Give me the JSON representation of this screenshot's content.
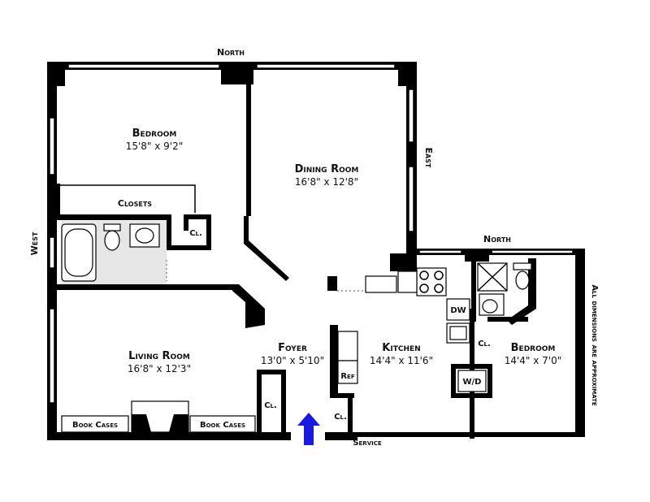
{
  "compass": {
    "north_top": "North",
    "east": "East",
    "west": "West",
    "north_secondary": "North"
  },
  "rooms": {
    "bedroom1": {
      "name": "Bedroom",
      "dims": "15'8\"  x  9'2\""
    },
    "dining": {
      "name": "Dining Room",
      "dims": "16'8\"  x  12'8\""
    },
    "living": {
      "name": "Living Room",
      "dims": "16'8\"  x  12'3\""
    },
    "foyer": {
      "name": "Foyer",
      "dims": "13'0\"  x  5'10\""
    },
    "kitchen": {
      "name": "Kitchen",
      "dims": "14'4\"  x  11'6\""
    },
    "bedroom2": {
      "name": "Bedroom",
      "dims": "14'4\"  x  7'0\""
    }
  },
  "labels": {
    "closets": "Closets",
    "cl_bath": "Cl.",
    "cl_foyer": "Cl.",
    "cl_service": "Cl.",
    "cl_kitchen": "Cl.",
    "book_cases_left": "Book Cases",
    "book_cases_right": "Book Cases",
    "ref": "Ref",
    "dw": "DW",
    "wd": "W/D",
    "service": "Service"
  },
  "note": "All dimensions are approximate",
  "colors": {
    "entry_arrow": "#1a1adf",
    "wall": "#000000",
    "bath_tile": "#e6e6e6"
  },
  "icons": {
    "entry": "entry-arrow-icon"
  }
}
